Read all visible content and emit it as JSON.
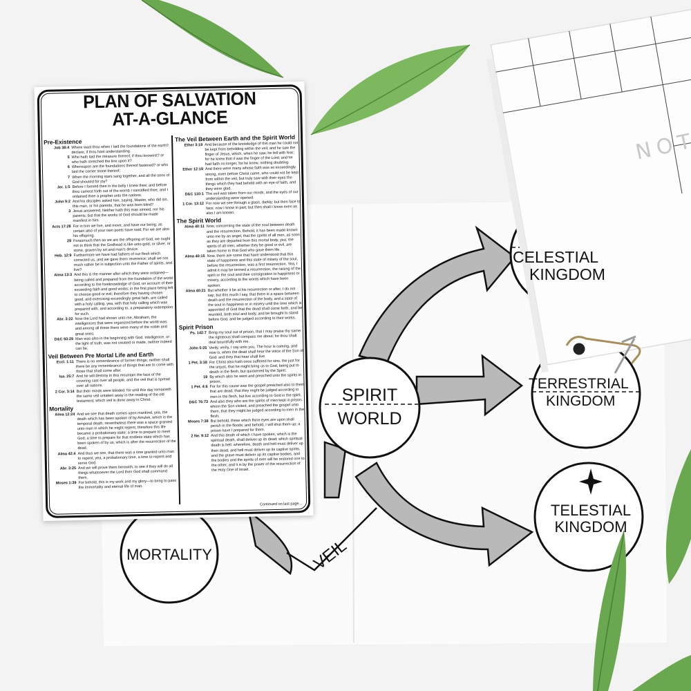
{
  "flyer": {
    "title_line1": "PLAN OF SALVATION",
    "title_line2": "AT-A-GLANCE",
    "footer": "Continued on last page...",
    "left_sections": [
      {
        "heading": "Pre-Existence",
        "verses": [
          {
            "ref": "Job 38:4",
            "text": "Where wast thou when I laid the foundations of the earth? declare, if thou hast understanding."
          },
          {
            "ref": "5",
            "text": "Who hath laid the measure thereof, if thou knowest? or who hath stretched the line upon it?"
          },
          {
            "ref": "6",
            "text": "Whereupon are the foundations thereof fastened? or who laid the corner stone thereof;"
          },
          {
            "ref": "7",
            "text": "When the morning stars sang together, and all the sons of God shouted for joy?"
          },
          {
            "ref": "Jer. 1:5",
            "text": "Before I formed thee in the belly I knew thee; and before thou camest forth out of the womb I sanctified thee, and I ordained thee a prophet unto the nations."
          },
          {
            "ref": "John 9:2",
            "text": "And his disciples asked him, saying, Master, who did sin, this man, or his parents, that he was born blind?"
          },
          {
            "ref": "3",
            "text": "Jesus answered, Neither hath this man sinned, nor his parents: but that the works of God should be made manifest in him."
          },
          {
            "ref": "Acts 17:28",
            "text": "For in him we live, and move, and have our being; as certain also of your own poets have said, For we are also his offspring."
          },
          {
            "ref": "29",
            "text": "Forasmuch then as we are the offspring of God, we ought not to think that the Godhead is like unto gold, or silver, or stone, graven by art and man's device."
          },
          {
            "ref": "Heb. 12:9",
            "text": "Furthermore we have had fathers of our flesh which corrected us, and we gave them reverence: shall we not much rather be in subjection unto the Father of spirits, and live?"
          },
          {
            "ref": "Alma 13:3",
            "text": "And this is the manner after which they were ordained—being called and prepared from the foundation of the world according to the foreknowledge of God, on account of their exceeding faith and good works; in the first place being left to choose good or evil; therefore they having chosen good, and exercising exceedingly great faith, are called with a holy calling, yea, with that holy calling which was prepared with, and according to, a preparatory redemption for such."
          },
          {
            "ref": "Abr. 3:22",
            "text": "Now the Lord had shown unto me, Abraham, the intelligences that were organized before the world was; and among all these there were many of the noble and great ones;"
          },
          {
            "ref": "D&C 93:29",
            "text": "Man was also in the beginning with God. Intelligence, or the light of truth, was not created or made, neither indeed can be."
          }
        ]
      },
      {
        "heading": "Veil Between Pre Mortal Life and Earth",
        "verses": [
          {
            "ref": "Eccl. 1:11",
            "text": "There is no remembrance of former things; neither shall there be any remembrance of things that are to come with those that shall come after."
          },
          {
            "ref": "Isa. 25:7",
            "text": "And he will destroy in this mountain the face of the covering cast over all people, and the veil that is spread over all nations."
          },
          {
            "ref": "2 Cor. 3:14",
            "text": "But their minds were blinded: for until this day remaineth the same veil untaken away in the reading of the old testament; which veil is done away in Christ."
          }
        ]
      },
      {
        "heading": "Mortality",
        "verses": [
          {
            "ref": "Alma 12:24",
            "text": "And we see that death comes upon mankind, yea, the death which has been spoken of by Amulek, which is the temporal death; nevertheless there was a space granted unto man in which he might repent; therefore this life became a probationary state; a time to prepare to meet God; a time to prepare for that endless state which has been spoken of by us, which is after the resurrection of the dead."
          },
          {
            "ref": "Alma 42:4",
            "text": "And thus we see, that there was a time granted unto man to repent, yea, a probationary time, a time to repent and serve God."
          },
          {
            "ref": "Abr. 3:25",
            "text": "And we will prove them herewith, to see if they will do all things whatsoever the Lord their God shall command them."
          },
          {
            "ref": "Moses 1:39",
            "text": "For behold, this is my work and my glory—to bring to pass the immortality and eternal life of man."
          }
        ]
      }
    ],
    "right_sections": [
      {
        "heading": "The Veil Between Earth and the Spirit World",
        "verses": [
          {
            "ref": "Ether 3:19",
            "text": "And because of the knowledge of this man he could not be kept from beholding within the veil; and he saw the finger of Jesus, which, when he saw, he fell with fear; for he knew that it was the finger of the Lord; and he had faith no longer, for he knew, nothing doubting."
          },
          {
            "ref": "Ether 12:19",
            "text": "And there were many whose faith was so exceedingly strong, even before Christ came, who could not be kept from within the veil, but truly saw with their eyes the things which they had beheld with an eye of faith, and they were glad."
          },
          {
            "ref": "D&C 110:1",
            "text": "The veil was taken from our minds, and the eyes of our understanding were opened."
          },
          {
            "ref": "1 Cor. 13:12",
            "text": "For now we see through a glass, darkly; but then face to face: now I know in part; but then shall I know even as also I am known."
          }
        ]
      },
      {
        "heading": "The Spirit World",
        "verses": [
          {
            "ref": "Alma 40:11",
            "text": "Now, concerning the state of the soul between death and the resurrection. Behold, it has been made known unto me by an angel, that the spirits of all men, as soon as they are departed from this mortal body, yea, the spirits of all men, whether they be good or evil, are taken home to that God who gave them life."
          },
          {
            "ref": "Alma 40:15",
            "text": "Now, there are some that have understood that this state of happiness and this state of misery of the soul, before the resurrection, was a first resurrection. Yea, I admit it may be termed a resurrection, the raising of the spirit or the soul and their consignation to happiness or misery, according to the words which have been spoken."
          },
          {
            "ref": "Alma 40:21",
            "text": "But whether it be at his resurrection or after, I do not say; but this much I say, that there is a space between death and the resurrection of the body, and a state of the soul in happiness or in misery until the time which is appointed of God that the dead shall come forth, and be reunited, both soul and body, and be brought to stand before God, and be judged according to their works."
          }
        ]
      },
      {
        "heading": "Spirit Prison",
        "verses": [
          {
            "ref": "Ps. 142:7",
            "text": "Bring my soul out of prison, that I may praise thy name: the righteous shall compass me about; for thou shalt deal bountifully with me."
          },
          {
            "ref": "John 5:25",
            "text": "Verily, verily, I say unto you, The hour is coming, and now is, when the dead shall hear the voice of the Son of God: and they that hear shall live."
          },
          {
            "ref": "1 Pet. 3:18",
            "text": "For Christ also hath once suffered for sins, the just for the unjust, that he might bring us to God, being put to death in the flesh, but quickened by the Spirit:"
          },
          {
            "ref": "19",
            "text": "By which also he went and preached unto the spirits in prison;"
          },
          {
            "ref": "1 Pet. 4:6",
            "text": "For for this cause was the gospel preached also to them that are dead, that they might be judged according to men in the flesh, but live according to God in the spirit."
          },
          {
            "ref": "D&C 76:73",
            "text": "And also they who are the spirits of men kept in prison, whom the Son visited, and preached the gospel unto them, that they might be judged according to men in the flesh;"
          },
          {
            "ref": "Moses 7:38",
            "text": "But behold, these which thine eyes are upon shall perish in the floods; and behold, I will shut them up; a prison have I prepared for them."
          },
          {
            "ref": "2 Ne. 9:12",
            "text": "And this death of which I have spoken, which is the spiritual death, shall deliver up its dead; which spiritual death is hell: wherefore, death and hell must deliver up their dead, and hell must deliver up its captive spirits, and the grave must deliver up its captive bodies, and the bodies and the spirits of men will be restored one to the other; and it is by the power of the resurrection of the Holy One of Israel."
          }
        ]
      }
    ]
  },
  "diagram": {
    "spirit_world": [
      "SPIRIT",
      "WORLD"
    ],
    "celestial": [
      "CELESTIAL",
      "KINGDOM"
    ],
    "terrestrial": [
      "TERRESTRIAL",
      "KINGDOM"
    ],
    "telestial": [
      "TELESTIAL",
      "KINGDOM"
    ],
    "mortality": "MORTALITY",
    "veil": "VEIL"
  },
  "notebook": {
    "label": "NOT"
  },
  "colors": {
    "leaf": "#6aa84f",
    "arrow": "#b9b9b9",
    "ink": "#111111"
  }
}
